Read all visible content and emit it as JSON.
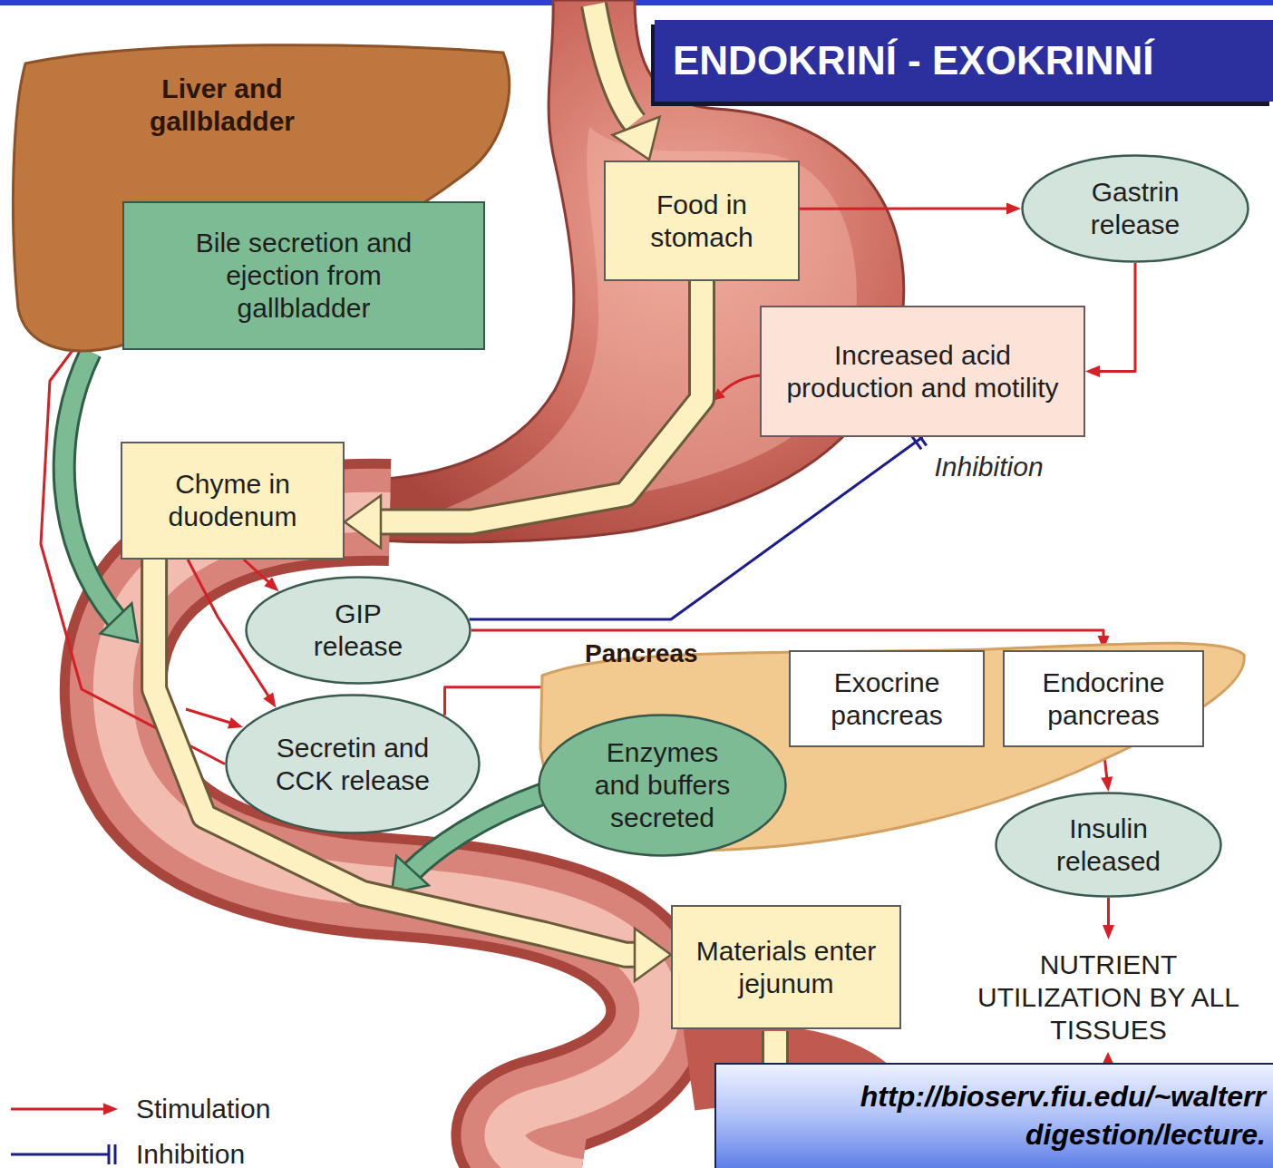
{
  "diagram": {
    "title": "ENDOKRINÍ - EXOKRINNÍ",
    "caption": "http://bioserv.fiu.edu/~walterr digestion/lecture.",
    "nodes": [
      {
        "text": [
          "Liver and gallbladder"
        ]
      },
      {
        "text": [
          "Bile secretion and ejection from gallbladder"
        ],
        "in": 0
      },
      {
        "text": [
          "Food in stomach"
        ]
      },
      {
        "text": [
          "Gastrin release"
        ]
      },
      {
        "text": [
          "Increased acid production and motility"
        ]
      },
      {
        "text": [
          "Chyme in duodenum"
        ]
      },
      {
        "text": [
          "GIP release"
        ]
      },
      {
        "text": [
          "Pancreas"
        ]
      },
      {
        "text": [
          "Exocrine pancreas"
        ],
        "in": 7
      },
      {
        "text": [
          "Endocrine pancreas"
        ],
        "in": 7
      },
      {
        "text": [
          "Secretin and CCK release"
        ]
      },
      {
        "text": [
          "Enzymes and buffers secreted"
        ],
        "in": 7
      },
      {
        "text": [
          "Insulin released"
        ]
      },
      {
        "text": [
          "Materials enter jejunum"
        ]
      },
      {
        "text": [
          "NUTRIENT UTILIZATION BY ALL TISSUES"
        ]
      }
    ],
    "edges": [
      {
        "from": 2,
        "to": 3,
        "arrow": "to"
      },
      {
        "from": 3,
        "to": 4,
        "arrow": "to"
      },
      {
        "from": 2,
        "to": 5,
        "arrow": "to"
      },
      {
        "from": 5,
        "to": 6,
        "arrow": "to"
      },
      {
        "from": 5,
        "to": 10,
        "arrow": "to"
      },
      {
        "from": 6,
        "to": 9,
        "arrow": "to"
      },
      {
        "from": 6,
        "to": 4,
        "label": "Inhibition",
        "arrow": "to"
      },
      {
        "from": 10,
        "to": 8,
        "arrow": "to"
      },
      {
        "from": 10,
        "to": 1,
        "arrow": "to"
      },
      {
        "from": 8,
        "to": 11,
        "arrow": "to"
      },
      {
        "from": 5,
        "to": 13,
        "arrow": "to"
      },
      {
        "from": 9,
        "to": 12,
        "arrow": "to"
      },
      {
        "from": 12,
        "to": 14,
        "arrow": "to"
      }
    ],
    "legend": [
      {
        "text": "Stimulation"
      },
      {
        "text": "Inhibition"
      }
    ]
  }
}
